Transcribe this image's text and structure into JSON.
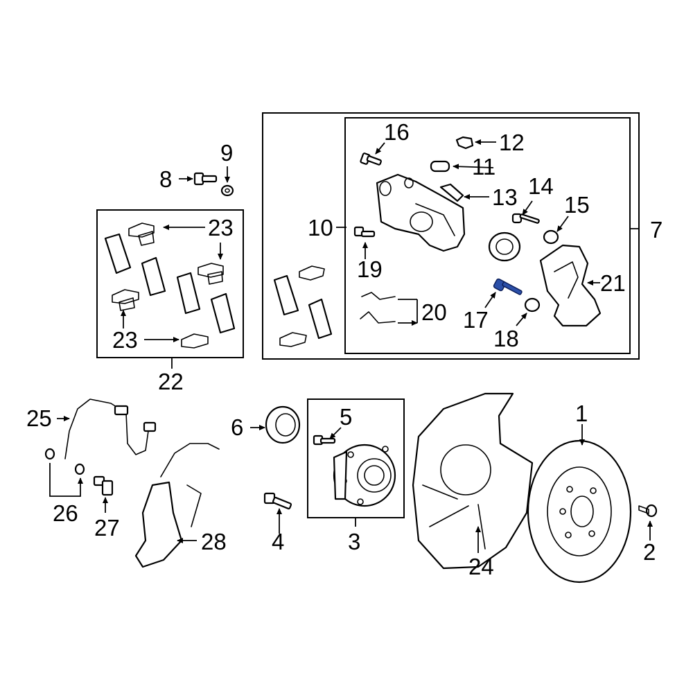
{
  "diagram": {
    "callouts": [
      {
        "id": "c1",
        "label": "1"
      },
      {
        "id": "c2",
        "label": "2"
      },
      {
        "id": "c3",
        "label": "3"
      },
      {
        "id": "c4",
        "label": "4"
      },
      {
        "id": "c5",
        "label": "5"
      },
      {
        "id": "c6",
        "label": "6"
      },
      {
        "id": "c7",
        "label": "7"
      },
      {
        "id": "c8",
        "label": "8"
      },
      {
        "id": "c9",
        "label": "9"
      },
      {
        "id": "c10",
        "label": "10"
      },
      {
        "id": "c11",
        "label": "11"
      },
      {
        "id": "c12",
        "label": "12"
      },
      {
        "id": "c13",
        "label": "13"
      },
      {
        "id": "c14",
        "label": "14"
      },
      {
        "id": "c15",
        "label": "15"
      },
      {
        "id": "c16",
        "label": "16"
      },
      {
        "id": "c17",
        "label": "17"
      },
      {
        "id": "c18",
        "label": "18"
      },
      {
        "id": "c19",
        "label": "19"
      },
      {
        "id": "c20",
        "label": "20"
      },
      {
        "id": "c21",
        "label": "21"
      },
      {
        "id": "c22",
        "label": "22"
      },
      {
        "id": "c23a",
        "label": "23"
      },
      {
        "id": "c23b",
        "label": "23"
      },
      {
        "id": "c24",
        "label": "24"
      },
      {
        "id": "c25",
        "label": "25"
      },
      {
        "id": "c26",
        "label": "26"
      },
      {
        "id": "c27",
        "label": "27"
      },
      {
        "id": "c28",
        "label": "28"
      }
    ],
    "highlighted_part": "17",
    "highlight_color": "#2b4fa8"
  }
}
